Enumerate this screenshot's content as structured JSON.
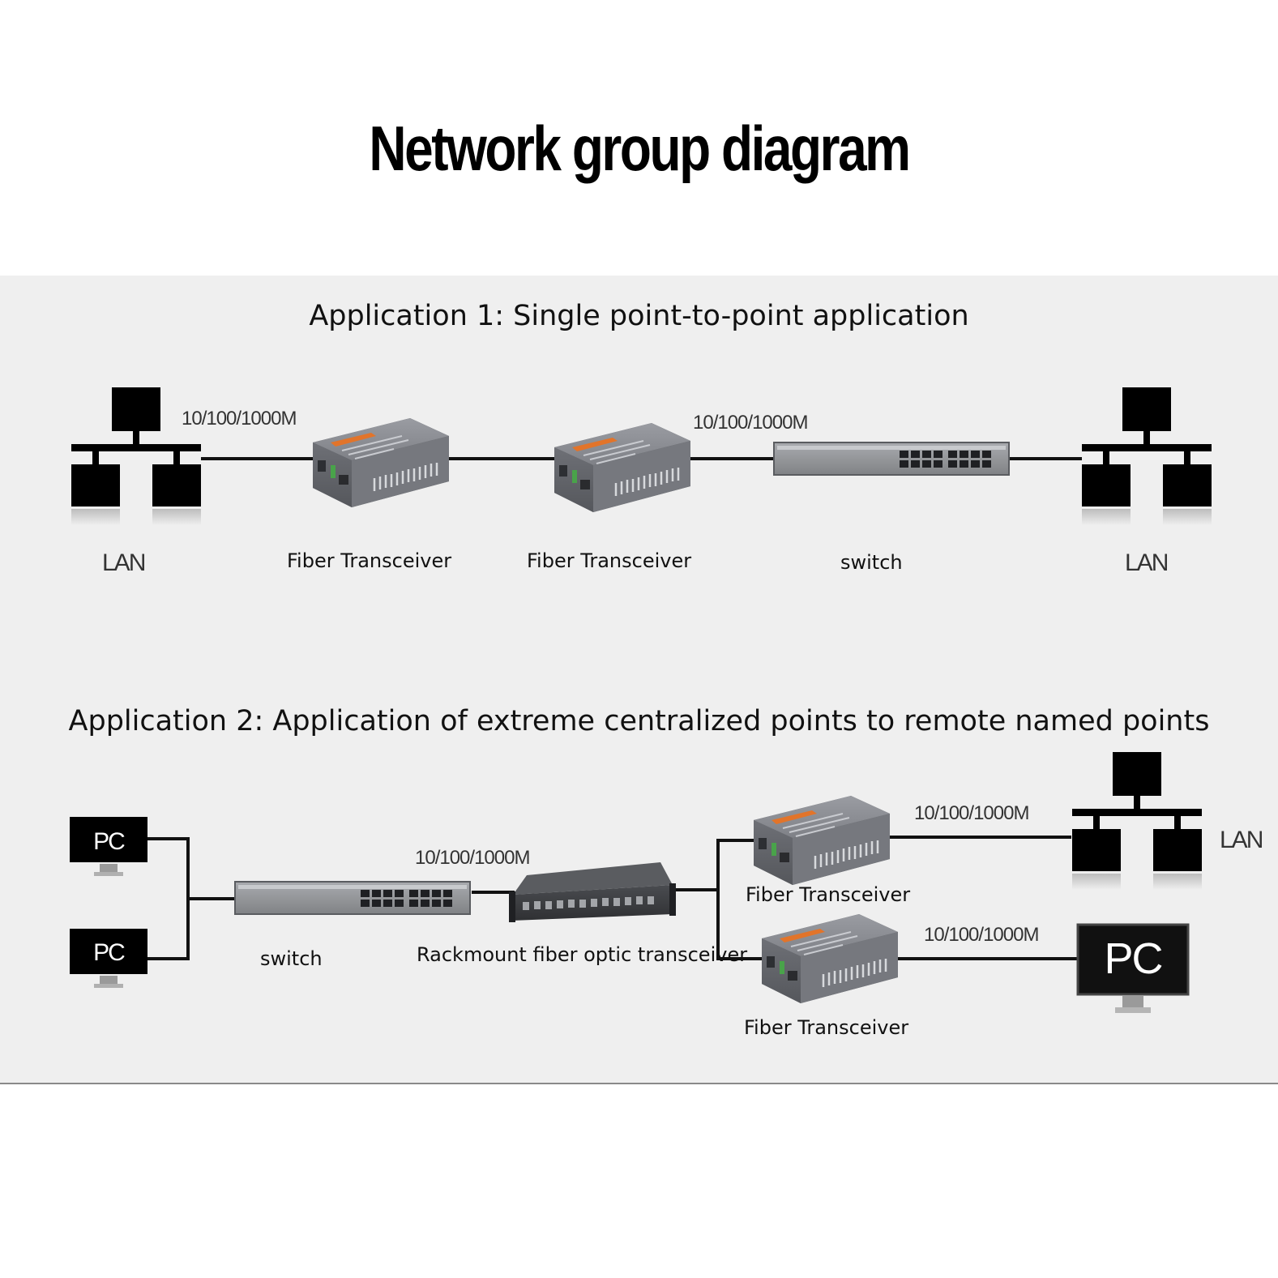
{
  "title": "Network group diagram",
  "application1": {
    "heading": "Application 1: Single point-to-point application",
    "lan_left_label": "LAN",
    "transceiver_a_label": "Fiber Transceiver",
    "transceiver_b_label": "Fiber Transceiver",
    "switch_label": "switch",
    "lan_right_label": "LAN",
    "speed_a": "10/100/1000M",
    "speed_b": "10/100/1000M"
  },
  "application2": {
    "heading": "Application 2: Application of extreme centralized points to remote named points",
    "pc_top_text": "PC",
    "pc_bottom_text": "PC",
    "switch_label": "switch",
    "rackmount_label": "Rackmount fiber optic transceiver",
    "speed_rack": "10/100/1000M",
    "transceiver_top_label": "Fiber Transceiver",
    "transceiver_bottom_label": "Fiber Transceiver",
    "speed_top": "10/100/1000M",
    "speed_bottom": "10/100/1000M",
    "lan_label": "LAN",
    "pc_big_text": "PC"
  },
  "colors": {
    "background": "#ffffff",
    "panel": "#efefef",
    "device_gray": "#7d7f85",
    "device_label_orange": "#e2742a",
    "line": "#111111"
  }
}
